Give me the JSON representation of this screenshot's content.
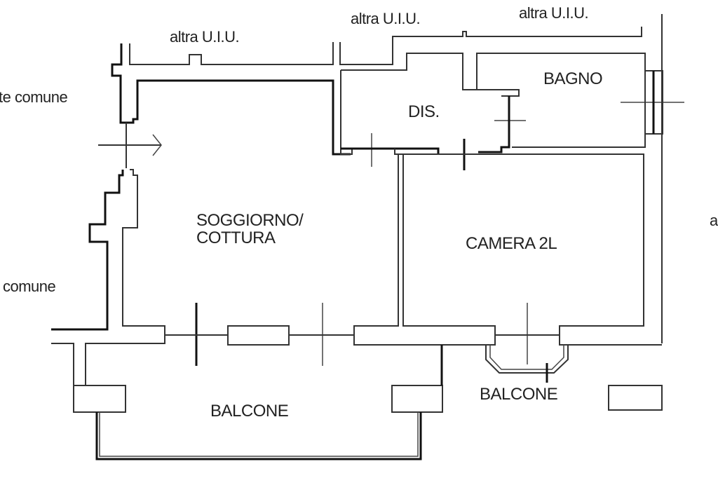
{
  "plan": {
    "neighbors": {
      "top_left": "altra U.I.U.",
      "top_middle": "altra U.I.U.",
      "top_right": "altra U.I.U.",
      "right_edge": "a"
    },
    "common_areas": {
      "upper_left": "te comune",
      "lower_left": "comune"
    },
    "rooms": {
      "living": [
        "SOGGIORNO/",
        "COTTURA"
      ],
      "hall": "DIS.",
      "bathroom": "BAGNO",
      "bedroom": "CAMERA 2L",
      "balcony_main": "BALCONE",
      "balcony_small": "BALCONE"
    },
    "line_color": "#333333"
  }
}
